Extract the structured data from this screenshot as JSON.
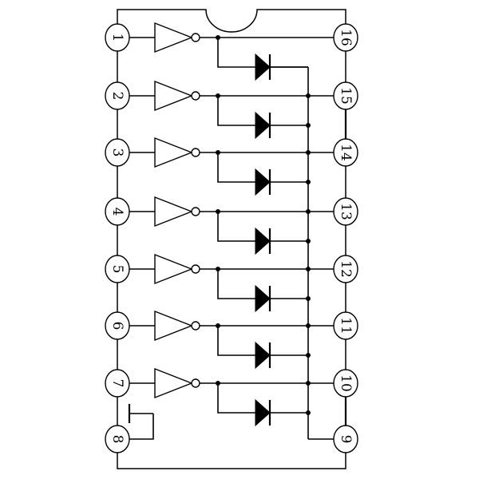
{
  "pins": {
    "left": [
      "1",
      "2",
      "3",
      "4",
      "5",
      "6",
      "7",
      "8"
    ],
    "right": [
      "16",
      "15",
      "14",
      "13",
      "12",
      "11",
      "10",
      "9"
    ]
  },
  "channels": [
    {
      "input_pin": "1",
      "output_pin": "16"
    },
    {
      "input_pin": "2",
      "output_pin": "15"
    },
    {
      "input_pin": "3",
      "output_pin": "14"
    },
    {
      "input_pin": "4",
      "output_pin": "13"
    },
    {
      "input_pin": "5",
      "output_pin": "12"
    },
    {
      "input_pin": "6",
      "output_pin": "11"
    },
    {
      "input_pin": "7",
      "output_pin": "10"
    }
  ],
  "ground_pin": "8",
  "common_pin": "9"
}
